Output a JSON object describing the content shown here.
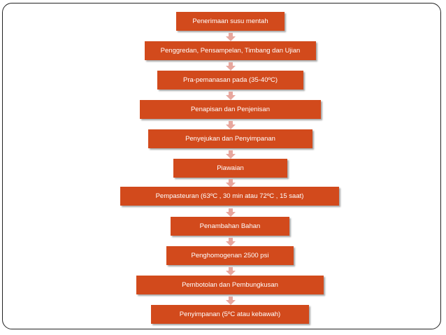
{
  "flowchart": {
    "steps": [
      "Penerimaan susu mentah",
      "Penggredan, Pensampelan, Timbang dan Ujian",
      "Pra-pemanasan pada (35-40ºC)",
      "Penapisan dan Penjenisan",
      "Penyejukan dan Penyimpanan",
      "Piawaian",
      "Pempasteuran (63ºC , 30 min atau 72ºC , 15 saat)",
      "Penambahan Bahan",
      "Penghomogenan 2500 psi",
      "Pembotolan dan Pembungkusan",
      "Penyimpanan (5ºC atau kebawah)"
    ],
    "colors": {
      "box": "#d24a1c",
      "arrow": "#e8a79e",
      "text": "#ffffff"
    }
  }
}
